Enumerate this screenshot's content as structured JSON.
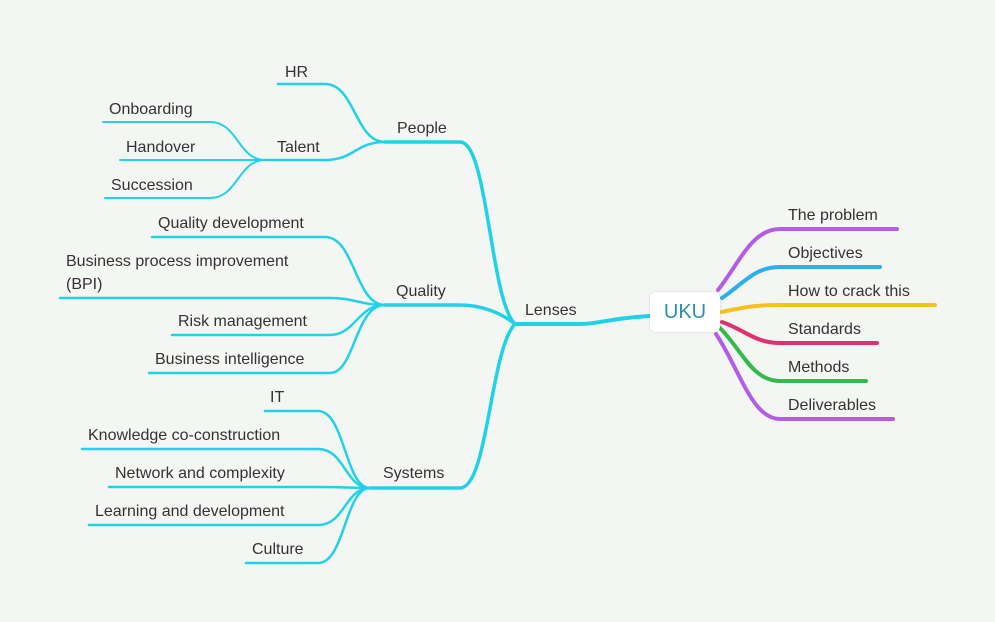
{
  "root": {
    "label": "UKU"
  },
  "colors": {
    "left_branch": "#21d2e6",
    "the_problem": "#b35ce6",
    "objectives": "#2ab0ee",
    "how_to_crack": "#f4c21b",
    "standards": "#e0306f",
    "methods": "#35b94d",
    "deliverables": "#b35ce6"
  },
  "right": {
    "the_problem": "The problem",
    "objectives": "Objectives",
    "how_to_crack": "How to crack this",
    "standards": "Standards",
    "methods": "Methods",
    "deliverables": "Deliverables"
  },
  "lenses": {
    "label": "Lenses",
    "people": {
      "label": "People",
      "hr": "HR",
      "talent": {
        "label": "Talent",
        "onboarding": "Onboarding",
        "handover": "Handover",
        "succession": "Succession"
      }
    },
    "quality": {
      "label": "Quality",
      "quality_development": "Quality development",
      "bpi_line1": "Business process improvement",
      "bpi_line2": "(BPI)",
      "risk_management": "Risk management",
      "business_intelligence": "Business intelligence"
    },
    "systems": {
      "label": "Systems",
      "it": "IT",
      "knowledge": "Knowledge co-construction",
      "network": "Network and complexity",
      "learning": "Learning and development",
      "culture": "Culture"
    }
  }
}
